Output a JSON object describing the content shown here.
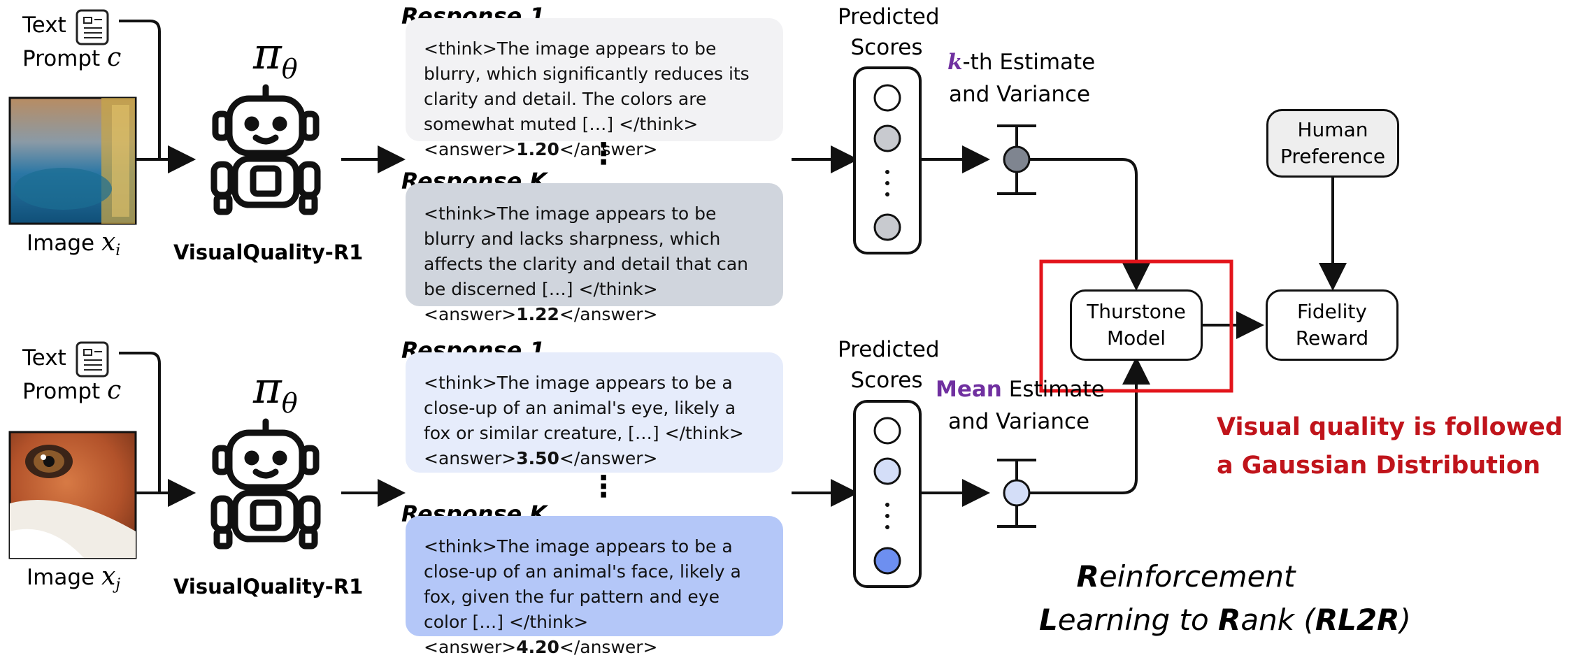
{
  "colors": {
    "accent_purple": "#7030a0",
    "red_highlight": "#e3141b",
    "red_text": "#c0141b",
    "box_top1": "#f2f2f4",
    "box_topK": "#d0d5dd",
    "box_bot1": "#e6ecfb",
    "box_botK": "#b4c7f8",
    "node_grey_light": "#c8cacf",
    "node_grey_dark": "#7f8590",
    "node_blue_light": "#d4def8",
    "node_blue_dark": "#6d8ff0"
  },
  "top": {
    "text_label": "Text",
    "prompt_label": "Prompt",
    "prompt_var": "c",
    "image_label": "Image",
    "image_var": "x",
    "image_sub": "i",
    "policy_symbol": "π",
    "policy_sub": "θ",
    "model_name": "VisualQuality-R1",
    "response1_title": "Response 1",
    "response1_text": "<think>The image appears to be blurry, which significantly reduces its clarity and detail. The colors are somewhat muted […] </think><answer>",
    "response1_score": "1.20",
    "responseK_title": "Response K",
    "responseK_text": "<think>The image appears to be blurry and lacks sharpness, which affects the clarity and detail that can be discerned […] </think><answer>",
    "responseK_score": "1.22",
    "answer_close": "</answer>",
    "ellipsis": "⋮",
    "scores_line1": "Predicted",
    "scores_line2": "Scores",
    "estimate_strong": "k",
    "estimate_rest": "-th Estimate",
    "estimate_line2": "and Variance"
  },
  "bottom": {
    "text_label": "Text",
    "prompt_label": "Prompt",
    "prompt_var": "c",
    "image_label": "Image",
    "image_var": "x",
    "image_sub": "j",
    "policy_symbol": "π",
    "policy_sub": "θ",
    "model_name": "VisualQuality-R1",
    "response1_title": "Response 1",
    "response1_text": "<think>The image appears to be a close-up of an animal's eye, likely a fox or similar creature, […] </think><answer>",
    "response1_score": "3.50",
    "responseK_title": "Response K",
    "responseK_text": "<think>The image appears to be a close-up of an animal's face, likely a fox, given the fur pattern and eye color […] </think><answer>",
    "responseK_score": "4.20",
    "answer_close": "</answer>",
    "ellipsis": "⋮",
    "scores_line1": "Predicted",
    "scores_line2": "Scores",
    "estimate_strong": "Mean",
    "estimate_rest": " Estimate",
    "estimate_line2": "and Variance"
  },
  "right": {
    "human_line1": "Human",
    "human_line2": "Preference",
    "thurstone_line1": "Thurstone",
    "thurstone_line2": "Model",
    "fidelity_line1": "Fidelity",
    "fidelity_line2": "Reward",
    "note_line1": "Visual quality is followed",
    "note_line2": "a Gaussian Distribution",
    "rl2r_R1": "R",
    "rl2r_rest1": "einforcement",
    "rl2r_L": "L",
    "rl2r_mid": "earning to ",
    "rl2r_R2": "R",
    "rl2r_ank": "ank (",
    "rl2r_abbr": "RL2R",
    "rl2r_close": ")"
  }
}
